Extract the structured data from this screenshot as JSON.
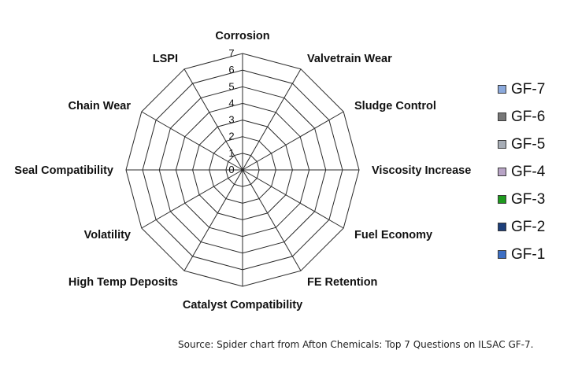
{
  "chart_data": {
    "type": "radar",
    "title": "",
    "axes": [
      "Corrosion",
      "Valvetrain Wear",
      "Sludge Control",
      "Viscosity Increase",
      "Fuel Economy",
      "FE Retention",
      "Catalyst Compatibility",
      "High Temp Deposits",
      "Volatility",
      "Seal Compatibility",
      "Chain Wear",
      "LSPI"
    ],
    "scale": {
      "min": 0,
      "max": 7,
      "ticks": [
        "0",
        "1",
        "2",
        "3",
        "4",
        "5",
        "6",
        "7"
      ]
    },
    "series": [
      {
        "name": "GF-7",
        "color": "#8ba9dc",
        "values": [
          0,
          0,
          0,
          0,
          0,
          0,
          0,
          0,
          0,
          0,
          0,
          0
        ]
      },
      {
        "name": "GF-6",
        "color": "#777777",
        "values": [
          0,
          0,
          0,
          0,
          0,
          0,
          0,
          0,
          0,
          0,
          0,
          0
        ]
      },
      {
        "name": "GF-5",
        "color": "#a7adb6",
        "values": [
          0,
          0,
          0,
          0,
          0,
          0,
          0,
          0,
          0,
          0,
          0,
          0
        ]
      },
      {
        "name": "GF-4",
        "color": "#b8a4c6",
        "values": [
          0,
          0,
          0,
          0,
          0,
          0,
          0,
          0,
          0,
          0,
          0,
          0
        ]
      },
      {
        "name": "GF-3",
        "color": "#1e9a1e",
        "values": [
          0,
          0,
          0,
          0,
          0,
          0,
          0,
          0,
          0,
          0,
          0,
          0
        ]
      },
      {
        "name": "GF-2",
        "color": "#1d3f7a",
        "values": [
          0,
          0,
          0,
          0,
          0,
          0,
          0,
          0,
          0,
          0,
          0,
          0
        ]
      },
      {
        "name": "GF-1",
        "color": "#3d6fc4",
        "values": [
          0,
          0,
          0,
          0,
          0,
          0,
          0,
          0,
          0,
          0,
          0,
          0
        ]
      }
    ],
    "legend_position": "right",
    "grid": true
  },
  "source_note": "Source: Spider chart from Afton Chemicals: Top 7 Questions on ILSAC GF-7."
}
